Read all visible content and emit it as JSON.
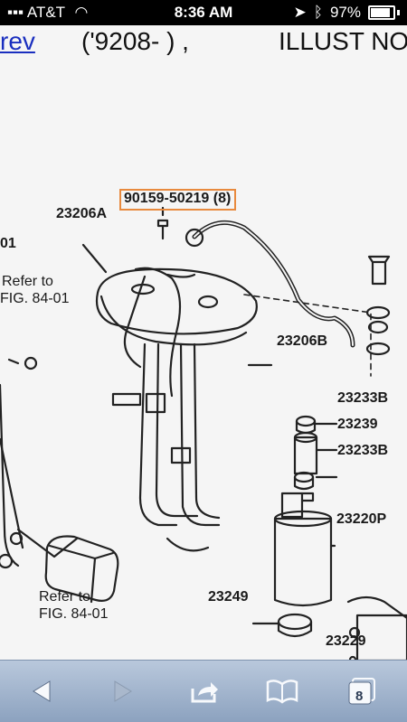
{
  "status_bar": {
    "carrier": "AT&T",
    "time": "8:36 AM",
    "battery": "97%"
  },
  "header": {
    "prev_link": "rev",
    "mid_text": "('9208-      ) ,",
    "illust_text": "ILLUST NO"
  },
  "diagram": {
    "part_highlight": "90159-50219 (8)",
    "labels": {
      "p23206A": "23206A",
      "p01": "01",
      "refer_top": "Refer to",
      "fig_top": "FIG. 84-01",
      "p23206B": "23206B",
      "p23233B_1": "23233B",
      "p23239": "23239",
      "p23233B_2": "23233B",
      "p23220P": "23220P",
      "refer_bottom": "Refer to",
      "fig_bottom": "FIG. 84-01",
      "p23249": "23249",
      "p23229": "23229"
    }
  },
  "toolbar": {
    "tabs_count": "8"
  }
}
